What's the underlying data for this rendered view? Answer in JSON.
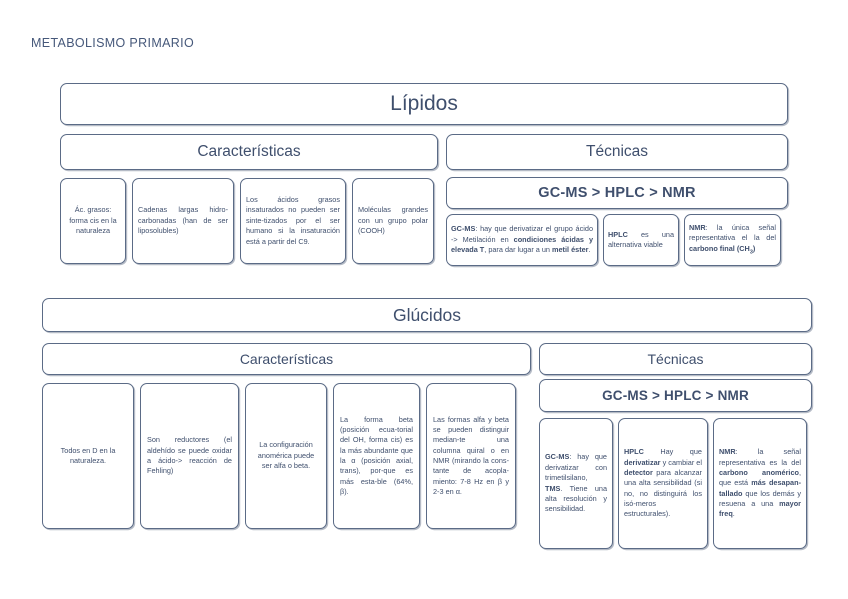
{
  "page": {
    "title": "METABOLISMO PRIMARIO",
    "accent_border": "#5b6b86",
    "text_color": "#3f4f6d",
    "background": "#ffffff"
  },
  "groups": [
    {
      "id": "lipidos",
      "title": "Lípidos",
      "branches": [
        {
          "id": "caracteristicas",
          "title": "Características",
          "leaves": [
            {
              "text": "Ác. grasos: forma cis en la naturaleza"
            },
            {
              "text": "Cadenas largas hidro-carbonadas (han de ser liposolubles)"
            },
            {
              "text": "Los ácidos grasos insaturados no pueden ser sinte-tizados por el ser humano si la insaturación está a partir del C9."
            },
            {
              "text": "Moléculas grandes con un grupo polar (COOH)"
            }
          ]
        },
        {
          "id": "tecnicas",
          "title": "Técnicas",
          "order": "GC-MS > HPLC > NMR",
          "leaves": [
            {
              "lead": "GC-MS",
              "text": ": hay que derivatizar el grupo ácido -> Metilación en ",
              "strong1": "condiciones ácidas y elevada T",
              "text2": ", para dar lugar a un ",
              "strong2": "metil éster",
              "text3": "."
            },
            {
              "lead": "HPLC",
              "text": " es una alternativa viable"
            },
            {
              "lead": "NMR",
              "text": ": la única señal representativa el la del ",
              "strong1": "carbono final (CH3)"
            }
          ]
        }
      ]
    },
    {
      "id": "glucidos",
      "title": "Glúcidos",
      "branches": [
        {
          "id": "caracteristicas",
          "title": "Características",
          "leaves": [
            {
              "text": "Todos en D en la naturaleza."
            },
            {
              "text": "Son reductores (el aldehído se puede oxidar a ácido-> reacción de Fehling)"
            },
            {
              "text": "La configuración anomérica puede ser alfa o beta."
            },
            {
              "text": "La forma beta (posición ecua-torial del OH, forma cis) es la más abundante que la α (posición axial, trans), por-que es más esta-ble (64%, β)."
            },
            {
              "text": "Las formas alfa y beta se pueden distinguir median-te una columna quiral o en NMR (mirando la cons-tante de acopla-miento: 7-8 Hz en β y 2-3 en α."
            }
          ]
        },
        {
          "id": "tecnicas",
          "title": "Técnicas",
          "order": "GC-MS > HPLC > NMR",
          "leaves": [
            {
              "lead": "GC-MS",
              "text": ": hay que derivatizar con trimetilsilano, ",
              "strong1": "TMS",
              "text2": ". Tiene una alta resolución y sensibilidad."
            },
            {
              "lead": "HPLC",
              "text": " Hay que ",
              "strong1": "derivatizar",
              "text2": " y cambiar el ",
              "strong2": "detector",
              "text3": " para alcanzar una alta sensibilidad (si no, no distinguirá los isó-meros estructurales)."
            },
            {
              "lead": "NMR",
              "text": ": la señal representativa es la del ",
              "strong1": "carbono anomérico",
              "text2": ", que está ",
              "strong2": "más desapan-tallado",
              "text3": " que los demás y resuena a una ",
              "strong3": "mayor freq",
              "text4": "."
            }
          ]
        }
      ]
    }
  ]
}
